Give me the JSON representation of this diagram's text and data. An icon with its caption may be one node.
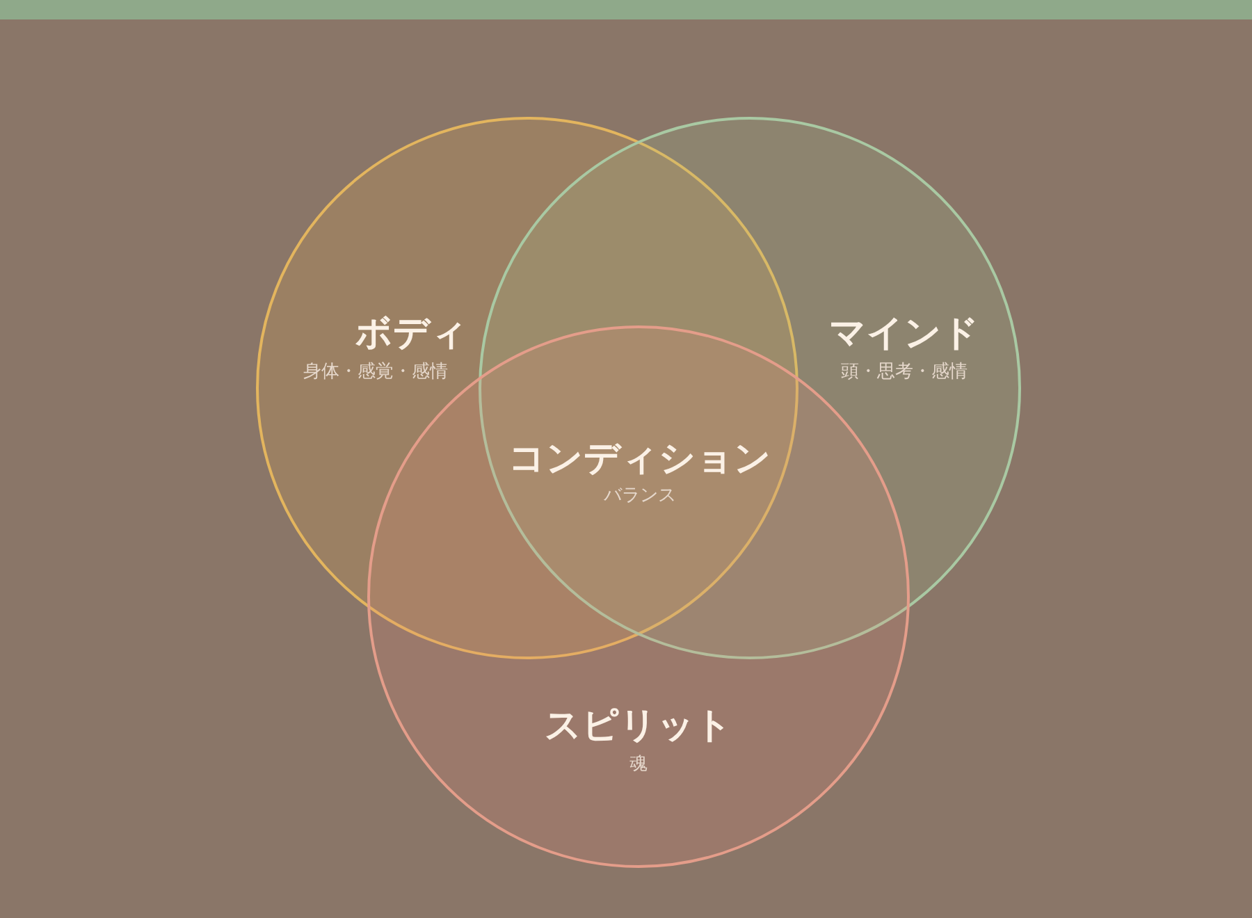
{
  "diagram": {
    "nodes": [
      {
        "text": [
          "ボディ",
          "身体・感覚・感情"
        ]
      },
      {
        "text": [
          "マインド",
          "頭・思考・感情"
        ]
      },
      {
        "text": [
          "スピリット",
          "魂"
        ]
      }
    ],
    "labels": [
      "コンディション",
      "バランス"
    ]
  }
}
